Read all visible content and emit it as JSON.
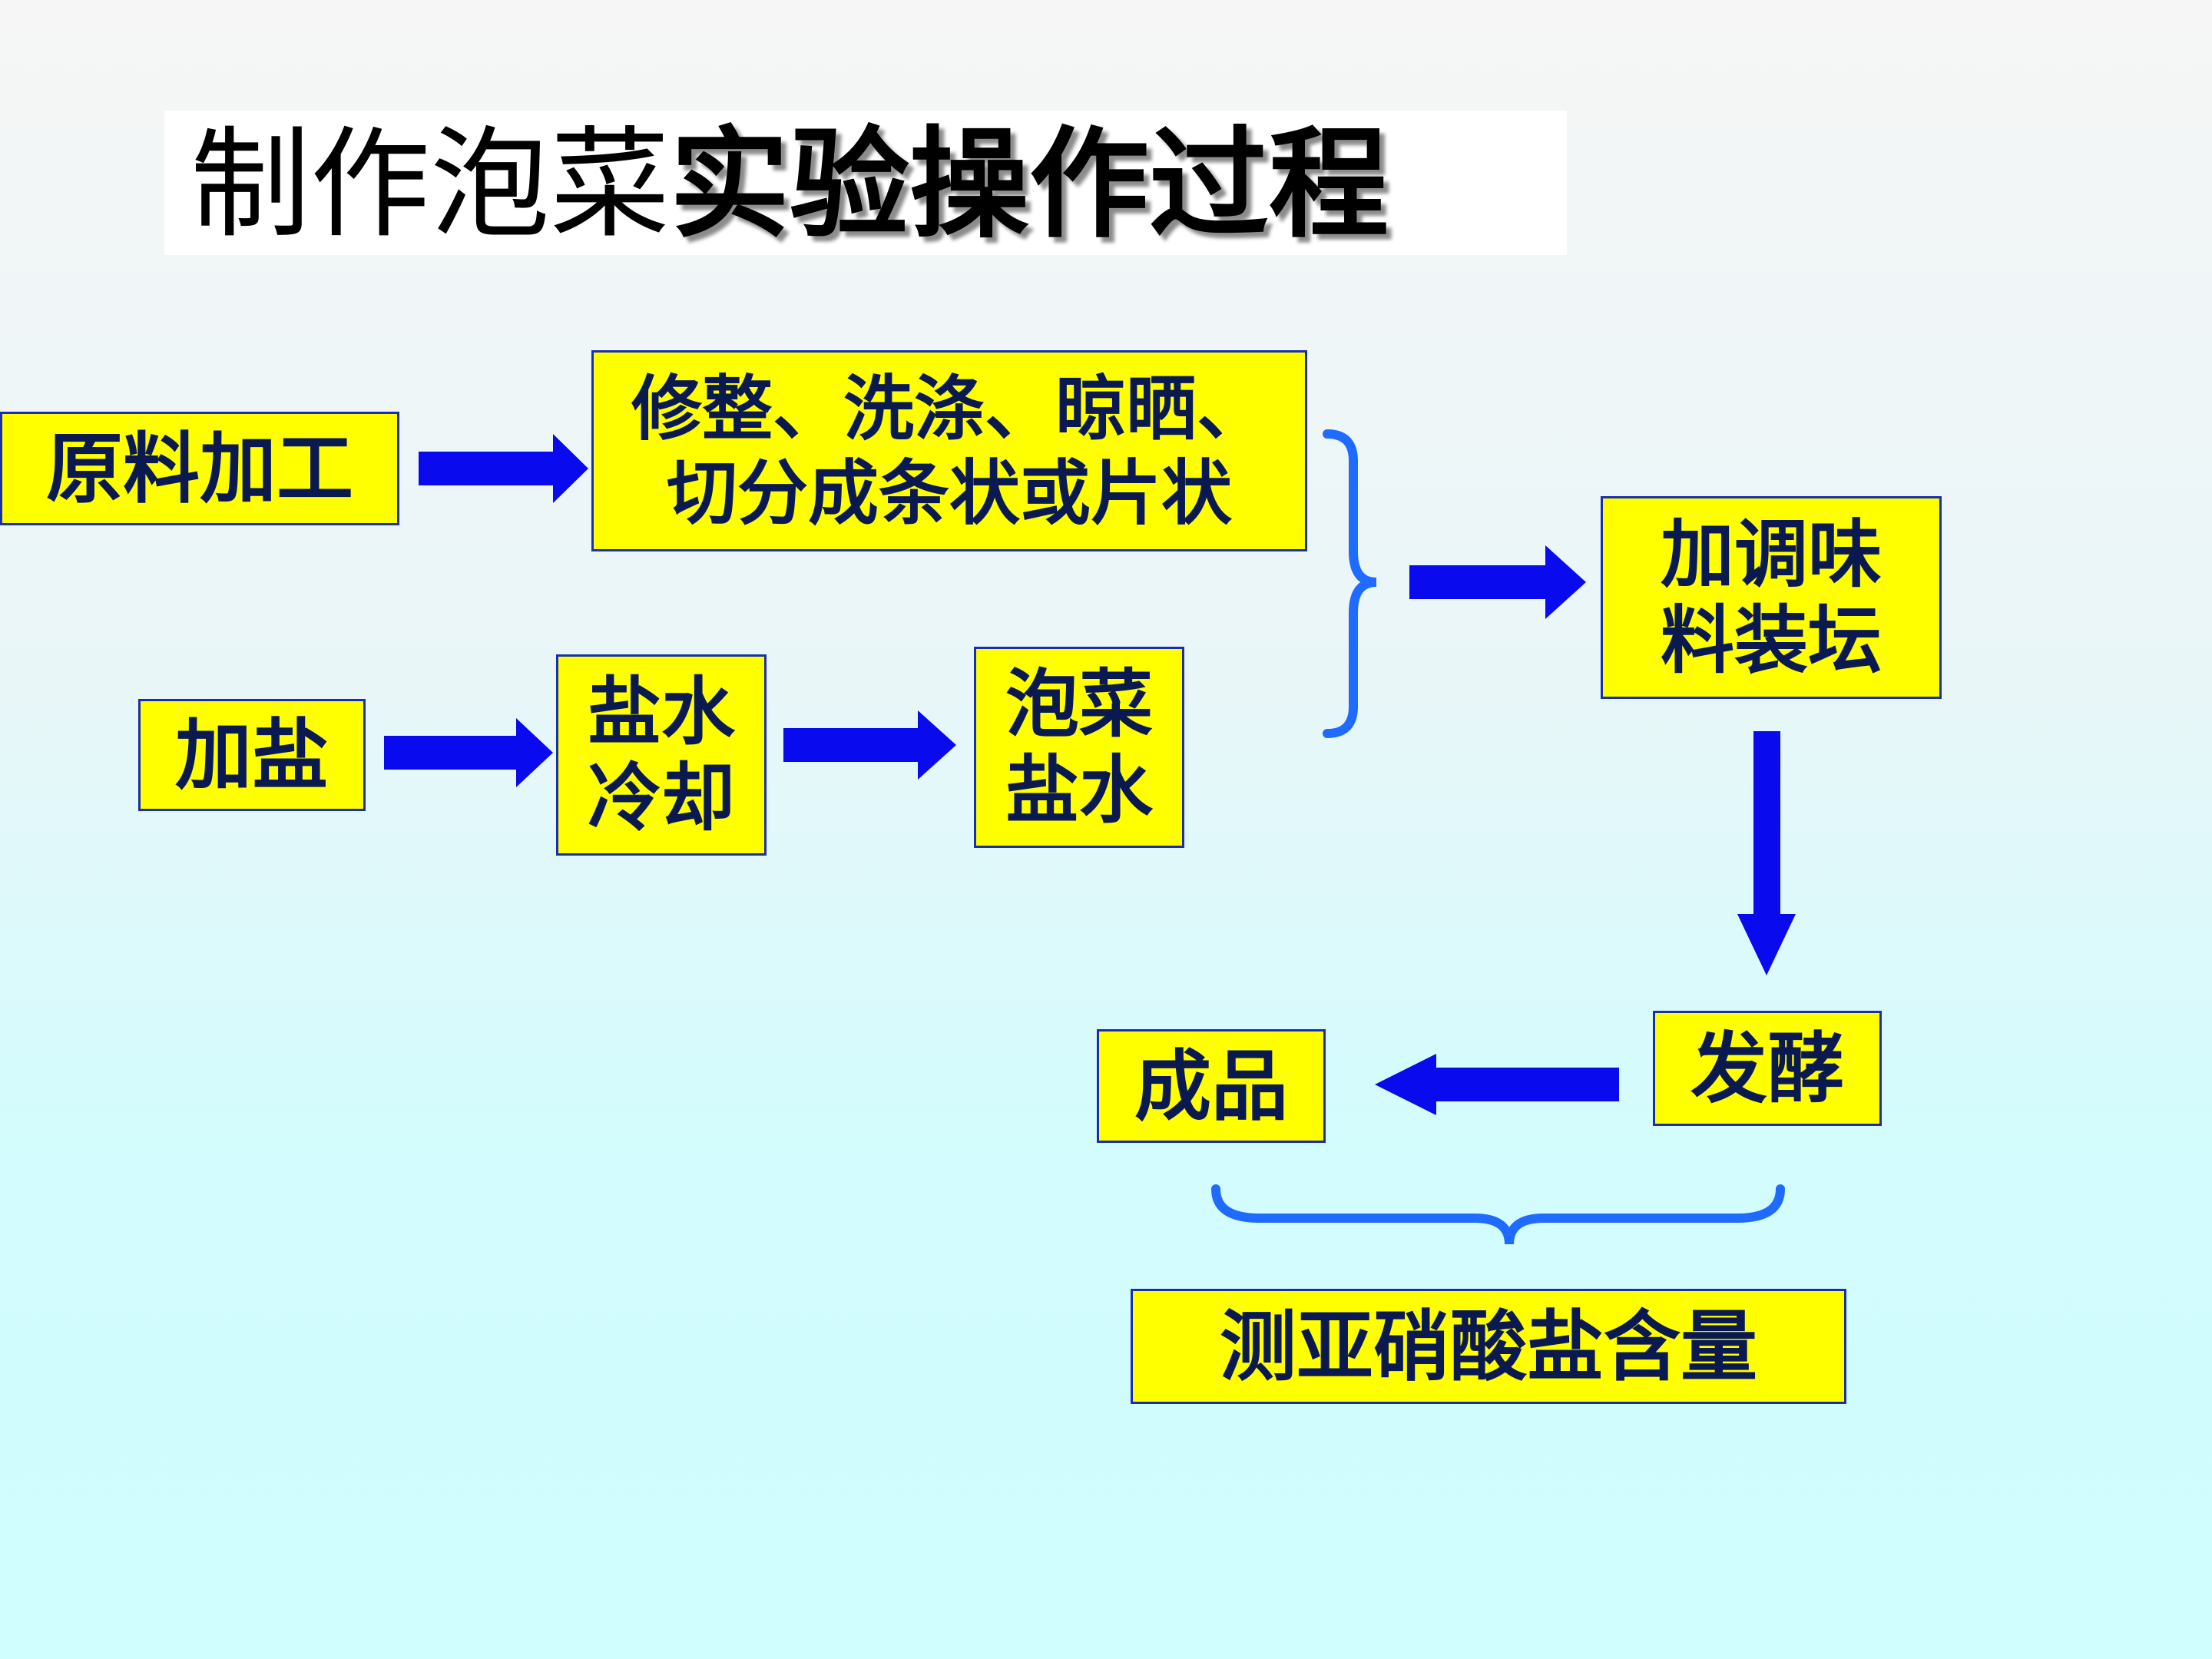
{
  "title": {
    "plain": "制作泡菜",
    "emphasis": "实验操作过程"
  },
  "boxes": {
    "raw_processing": "原料加工",
    "trim_steps": {
      "line1": "修整、洗涤、晾晒、",
      "line2": "切分成条状或片状"
    },
    "add_salt": "加盐",
    "brine_cool": {
      "line1": "盐水",
      "line2": "冷却"
    },
    "pickle_brine": {
      "line1": "泡菜",
      "line2": "盐水"
    },
    "season_jar": {
      "line1": "加调味",
      "line2": "料装坛"
    },
    "ferment": "发酵",
    "product": "成品",
    "measure": "测亚硝酸盐含量"
  },
  "colors": {
    "box_fill": "#ffff00",
    "box_border": "#1a2fb0",
    "text": "#0a1a50",
    "arrow": "#0a0aee",
    "brace": "#1f6bff"
  }
}
